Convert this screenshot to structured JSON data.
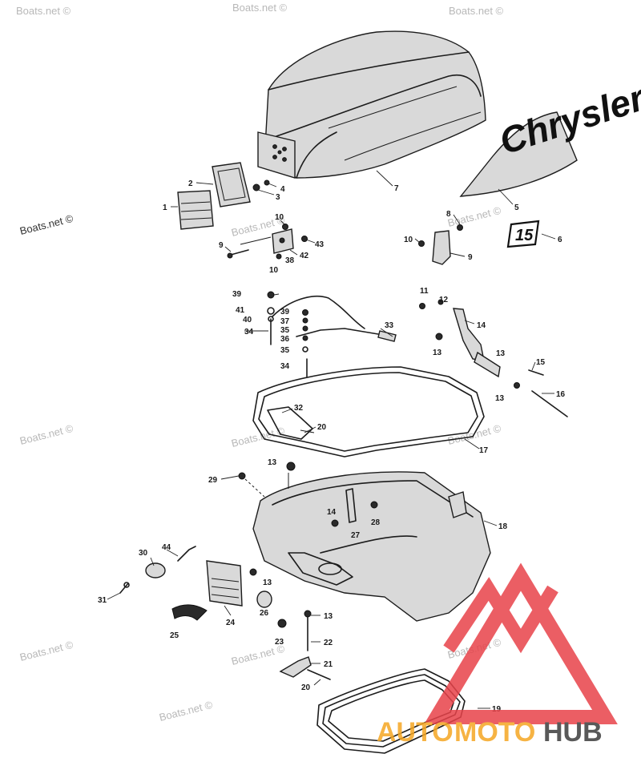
{
  "watermarks": [
    "Boats.net ©",
    "Boats.net ©",
    "Boats.net ©",
    "Boats.net ©",
    "Boats.net ©",
    "Boats.net ©",
    "Boats.net ©",
    "Boats.net ©",
    "Boats.net ©",
    "Boats.net ©",
    "Boats.net ©",
    "Boats.net ©",
    "Boats.net ©"
  ],
  "decal": {
    "brand_text": "Chrysler",
    "model_text": "15"
  },
  "logo": {
    "auto": "AUTO",
    "moto": "MOTO",
    "hub": "HUB",
    "colors": {
      "red": "#e8434a",
      "orange": "#f5a623",
      "gray": "#3d3d3d"
    }
  },
  "part_labels": [
    "1",
    "2",
    "3",
    "4",
    "5",
    "6",
    "7",
    "8",
    "9",
    "9",
    "10",
    "10",
    "10",
    "38",
    "42",
    "43",
    "39",
    "41",
    "40",
    "34",
    "39",
    "37",
    "35",
    "36",
    "35",
    "34",
    "33",
    "11",
    "12",
    "13",
    "14",
    "13",
    "15",
    "13",
    "16",
    "17",
    "32",
    "20",
    "13",
    "29",
    "18",
    "14",
    "28",
    "27",
    "30",
    "44",
    "31",
    "24",
    "13",
    "13",
    "25",
    "26",
    "23",
    "22",
    "21",
    "20",
    "19"
  ]
}
